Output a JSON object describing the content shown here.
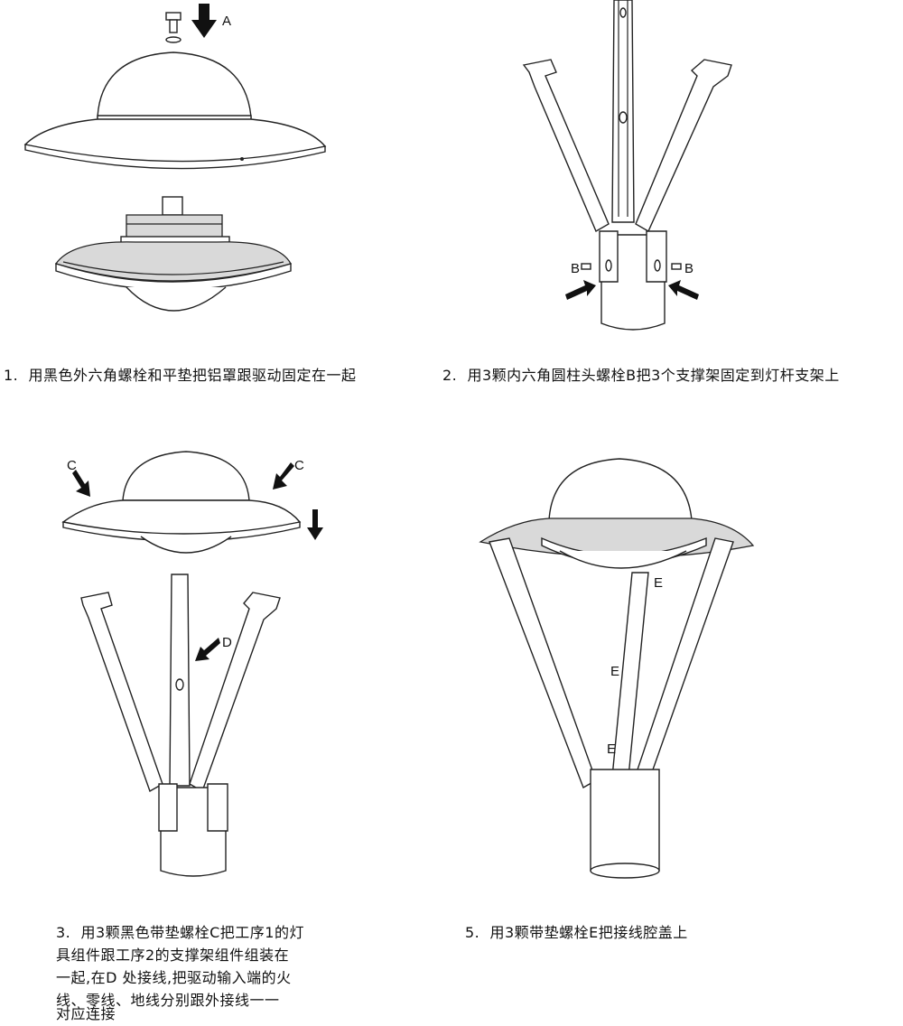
{
  "steps": [
    {
      "label_a": "A",
      "caption": "1.  用黑色外六角螺栓和平垫把铝罩跟驱动固定在一起"
    },
    {
      "label_b_left": "B",
      "label_b_right": "B",
      "caption": "2.  用3颗内六角圆柱头螺栓B把3个支撑架固定到灯杆支架上"
    },
    {
      "label_c_left": "C",
      "label_c_right": "C",
      "label_d": "D",
      "caption_lines": [
        "3.  用3颗黑色带垫螺栓C把工序1的灯",
        "具组件跟工序2的支撑架组件组装在",
        "一起,在D 处接线,把驱动输入端的火",
        "线、零线、地线分别跟外接线一一",
        "对应连接"
      ]
    },
    {
      "label_e1": "E",
      "label_e2": "E",
      "label_e3": "E",
      "caption": "5.  用3颗带垫螺栓E把接线腔盖上"
    }
  ]
}
